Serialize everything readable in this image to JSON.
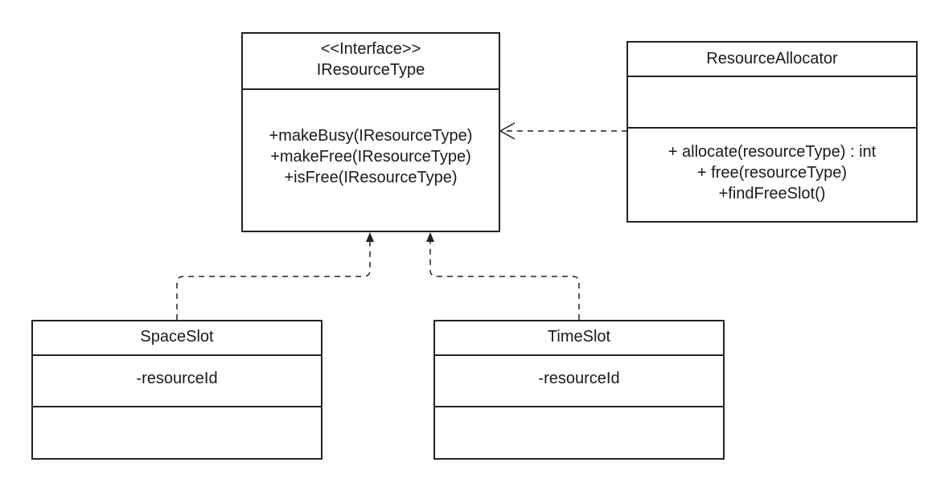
{
  "interface": {
    "stereotype": "<<Interface>>",
    "name": "IResourceType",
    "methods": [
      "+makeBusy(IResourceType)",
      "+makeFree(IResourceType)",
      "+isFree(IResourceType)"
    ]
  },
  "allocator": {
    "name": "ResourceAllocator",
    "methods": [
      "+ allocate(resourceType) : int",
      "+ free(resourceType)",
      "+findFreeSlot()"
    ]
  },
  "space_slot": {
    "name": "SpaceSlot",
    "attribute": "-resourceId"
  },
  "time_slot": {
    "name": "TimeSlot",
    "attribute": "-resourceId"
  },
  "colors": {
    "line": "#222222",
    "background": "#ffffff"
  }
}
